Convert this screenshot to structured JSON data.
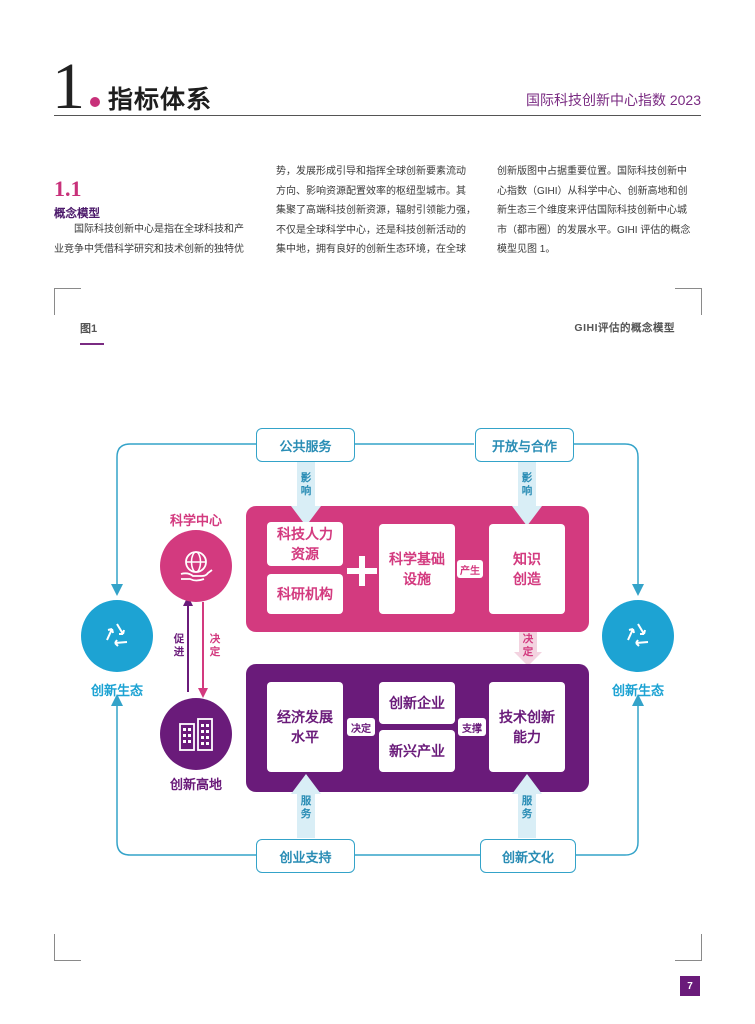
{
  "header": {
    "chapter_number": "1",
    "chapter_title": "指标体系",
    "book_title": "国际科技创新中心指数 2023"
  },
  "section": {
    "number": "1.1",
    "title": "概念模型",
    "col1": [
      "国际科技创新中心是指在全球科技和产",
      "业竞争中凭借科学研究和技术创新的独特优"
    ],
    "col2": [
      "势，发展形成引导和指挥全球创新要素流动",
      "方向、影响资源配置效率的枢纽型城市。其",
      "集聚了高端科技创新资源，辐射引领能力强，",
      "不仅是全球科学中心，还是科技创新活动的",
      "集中地，拥有良好的创新生态环境，在全球"
    ],
    "col3": [
      "创新版图中占据重要位置。国际科技创新中",
      "心指数（GIHI）从科学中心、创新高地和创",
      "新生态三个维度来评估国际科技创新中心城",
      "市（都市圈）的发展水平。GIHI 评估的概念",
      "模型见图 1。"
    ]
  },
  "figure": {
    "label": "图1",
    "caption": "GIHI评估的概念模型",
    "top_left_box": "公共服务",
    "top_right_box": "开放与合作",
    "bottom_left_box": "创业支持",
    "bottom_right_box": "创新文化",
    "influence_tag": [
      "影",
      "响"
    ],
    "service_tag": [
      "服",
      "务"
    ],
    "decide_down_tag": [
      "决",
      "定"
    ],
    "science_center": "科学中心",
    "innovation_highland": "创新高地",
    "ecosystem_left": "创新生态",
    "ecosystem_right": "创新生态",
    "promote_tag": [
      "促",
      "进"
    ],
    "decide_tag": [
      "决",
      "定"
    ],
    "pink_panel": {
      "talent": [
        "科技人力",
        "资源"
      ],
      "institutions": "科研机构",
      "infrastructure": [
        "科学基础",
        "设施"
      ],
      "produce_tag": "产生",
      "knowledge": [
        "知识",
        "创造"
      ]
    },
    "purple_panel": {
      "economy": [
        "经济发展",
        "水平"
      ],
      "decide_tag": "决定",
      "enterprises": "创新企业",
      "industries": "新兴产业",
      "support_tag": "支撑",
      "tech_capability": [
        "技术创新",
        "能力"
      ]
    },
    "colors": {
      "pink": "#d33a7f",
      "purple": "#6a1b7a",
      "blue": "#1da3d3",
      "line": "#34a3c9"
    }
  },
  "page_number": "7"
}
